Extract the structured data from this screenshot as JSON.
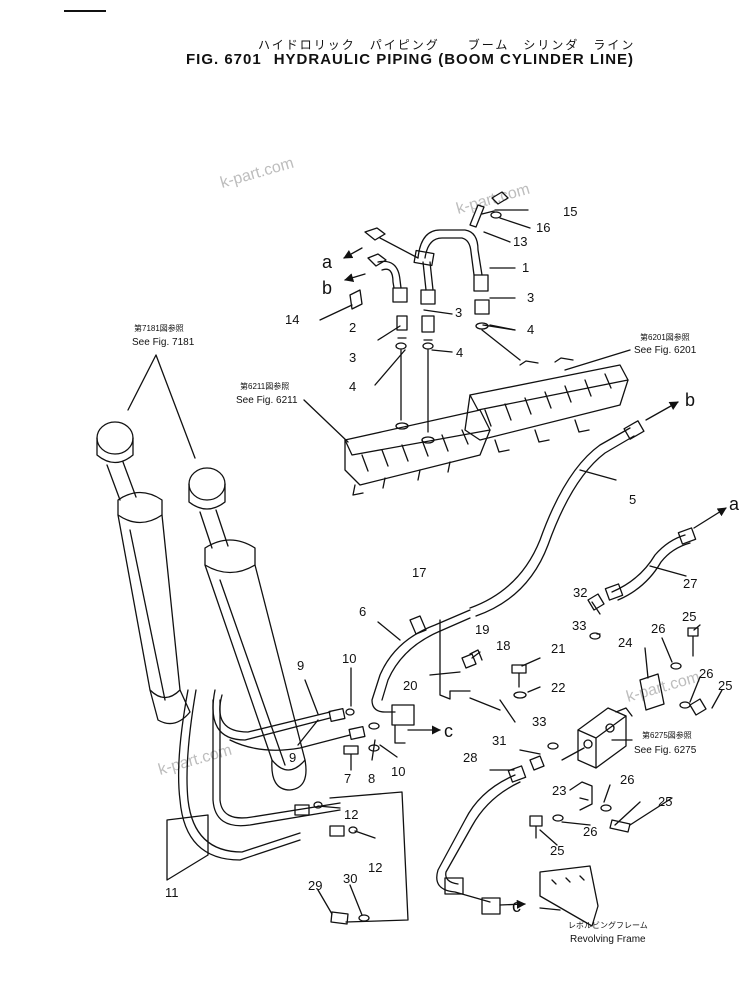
{
  "header": {
    "jp_title": "ハイドロリック　パイピング　　ブーム　シリンダ　ライン",
    "fig_no": "FIG. 6701",
    "title": "HYDRAULIC PIPING (BOOM CYLINDER LINE)"
  },
  "watermark": "k-part.com",
  "refs": {
    "fig7181": {
      "jp": "第7181図参照",
      "en": "See Fig. 7181"
    },
    "fig6211": {
      "jp": "第6211図参照",
      "en": "See Fig. 6211"
    },
    "fig6201": {
      "jp": "第6201図参照",
      "en": "See Fig. 6201"
    },
    "fig6275": {
      "jp": "第6275図参照",
      "en": "See Fig. 6275"
    },
    "frame": {
      "jp": "レボルビングフレーム",
      "en": "Revolving Frame"
    }
  },
  "letters": {
    "a": "a",
    "b": "b",
    "c": "c"
  },
  "parts": {
    "p1": "1",
    "p2": "2",
    "p3": "3",
    "p4": "4",
    "p5": "5",
    "p6": "6",
    "p7": "7",
    "p8": "8",
    "p9": "9",
    "p10": "10",
    "p11": "11",
    "p12": "12",
    "p13": "13",
    "p14": "14",
    "p15": "15",
    "p16": "16",
    "p17": "17",
    "p18": "18",
    "p19": "19",
    "p20": "20",
    "p21": "21",
    "p22": "22",
    "p23": "23",
    "p24": "24",
    "p25": "25",
    "p26": "26",
    "p27": "27",
    "p28": "28",
    "p29": "29",
    "p30": "30",
    "p31": "31",
    "p32": "32",
    "p33": "33"
  }
}
